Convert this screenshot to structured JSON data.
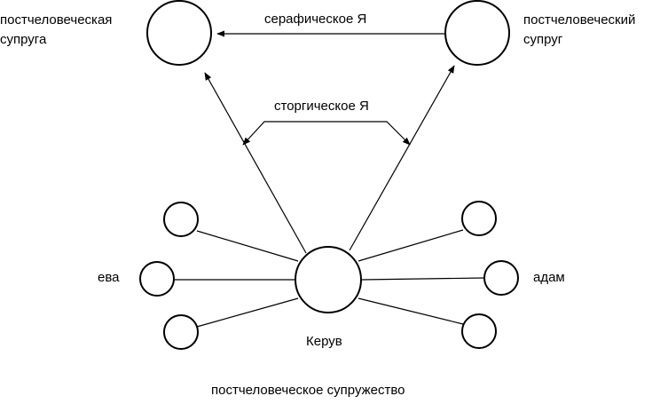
{
  "labels": {
    "top_left_line1": "постчеловеческая",
    "top_left_line2": "супруга",
    "top_right_line1": "постчеловеческий",
    "top_right_line2": "супруг",
    "top_edge": "серафическое Я",
    "middle_bracket": "сторгическое Я",
    "left_node": "ева",
    "right_node": "адам",
    "center_node": "Керув",
    "caption": "постчеловеческое супружество"
  },
  "colors": {
    "stroke": "#000000",
    "background": "#ffffff"
  }
}
